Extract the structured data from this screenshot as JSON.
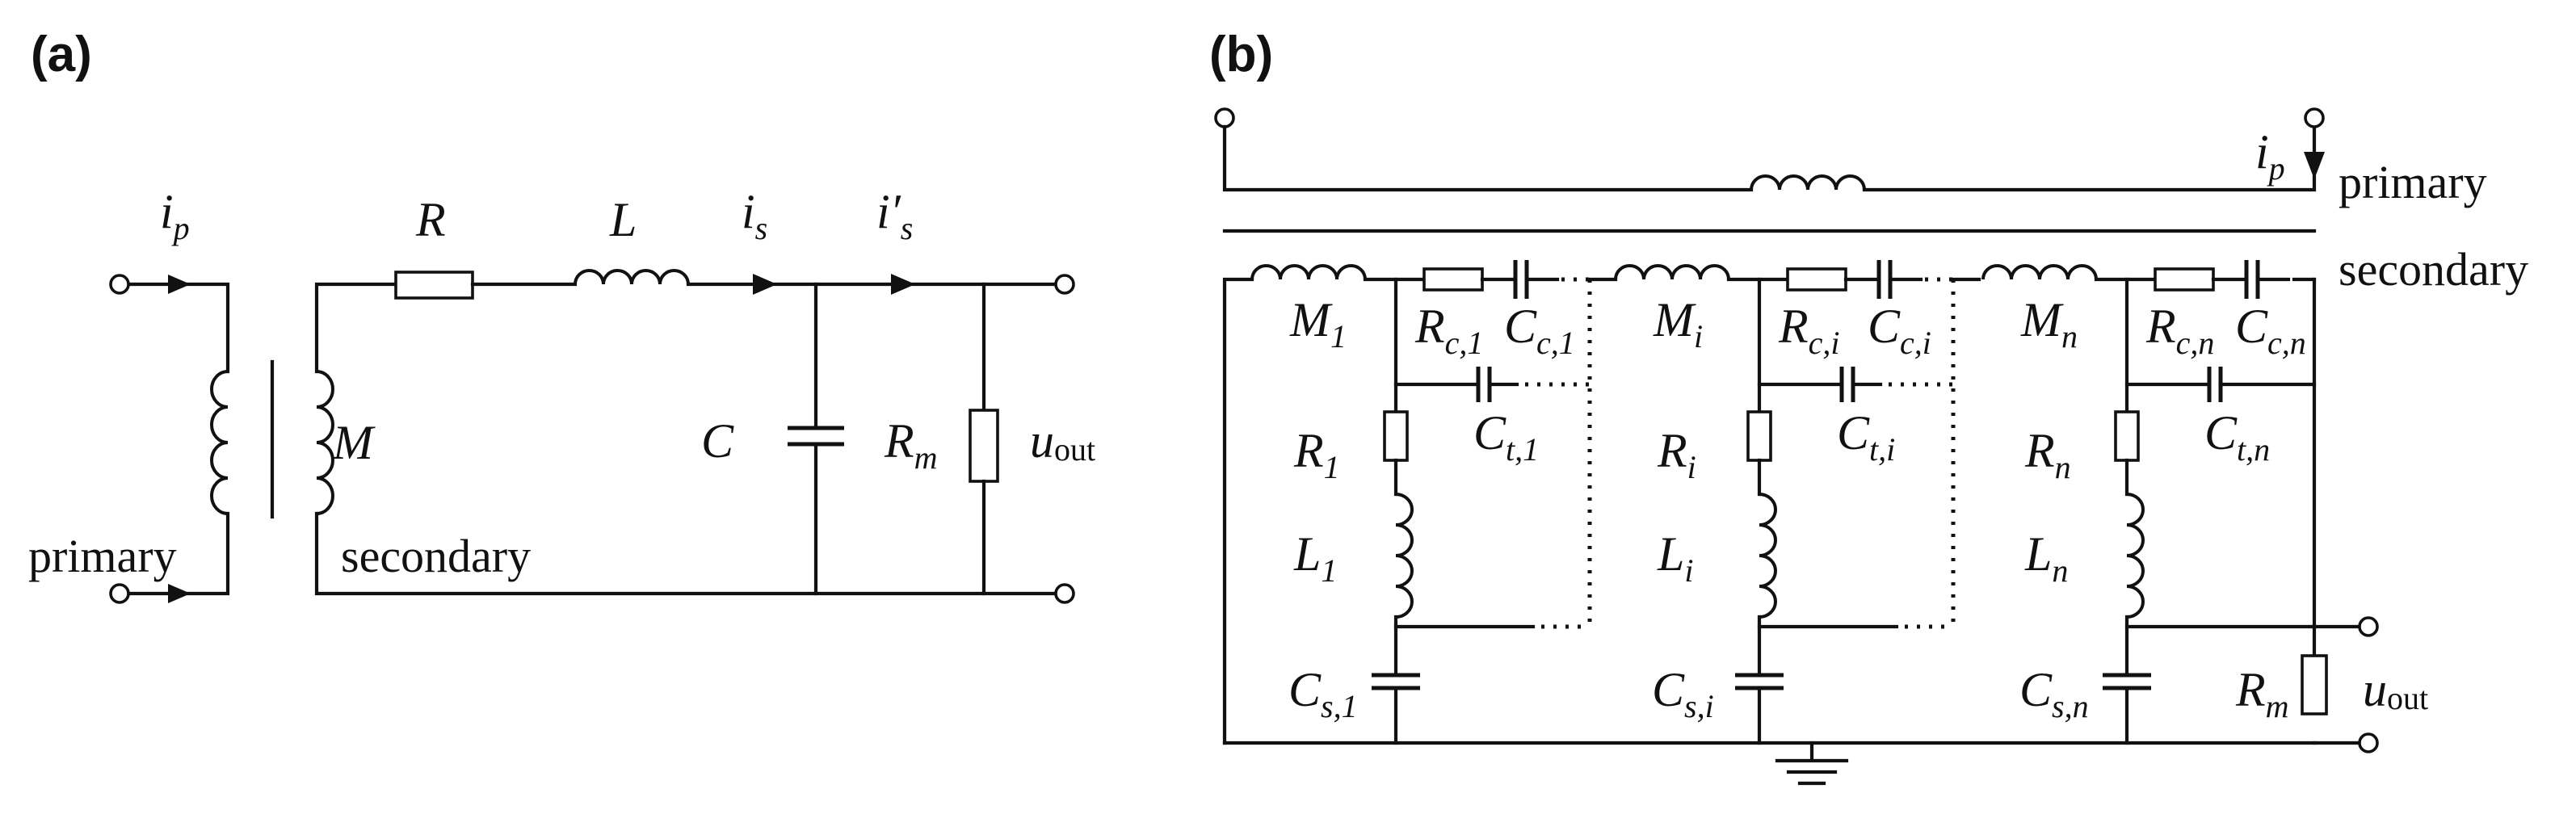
{
  "panels": {
    "a": {
      "tag": "(a)",
      "labels": {
        "ip": {
          "main": "i",
          "sub": "p"
        },
        "R": "R",
        "L": "L",
        "is": {
          "main": "i",
          "sub": "s"
        },
        "is_prime": {
          "main": "i′",
          "sub": "s"
        },
        "M": "M",
        "C": "C",
        "Rm": {
          "main": "R",
          "sub": "m"
        },
        "uout": {
          "main": "u",
          "sub": "out"
        },
        "primary": "primary",
        "secondary": "secondary"
      }
    },
    "b": {
      "tag": "(b)",
      "labels": {
        "ip": {
          "main": "i",
          "sub": "p"
        },
        "primary": "primary",
        "secondary": "secondary",
        "Rm": {
          "main": "R",
          "sub": "m"
        },
        "uout": {
          "main": "u",
          "sub": "out"
        }
      },
      "sections": [
        {
          "M": {
            "main": "M",
            "sub": "1"
          },
          "Rc": {
            "main": "R",
            "sub": "c,1"
          },
          "Cc": {
            "main": "C",
            "sub": "c,1"
          },
          "Ct": {
            "main": "C",
            "sub": "t,1"
          },
          "R": {
            "main": "R",
            "sub": "1"
          },
          "L": {
            "main": "L",
            "sub": "1"
          },
          "Cs": {
            "main": "C",
            "sub": "s,1"
          }
        },
        {
          "M": {
            "main": "M",
            "sub": "i"
          },
          "Rc": {
            "main": "R",
            "sub": "c,i"
          },
          "Cc": {
            "main": "C",
            "sub": "c,i"
          },
          "Ct": {
            "main": "C",
            "sub": "t,i"
          },
          "R": {
            "main": "R",
            "sub": "i"
          },
          "L": {
            "main": "L",
            "sub": "i"
          },
          "Cs": {
            "main": "C",
            "sub": "s,i"
          }
        },
        {
          "M": {
            "main": "M",
            "sub": "n"
          },
          "Rc": {
            "main": "R",
            "sub": "c,n"
          },
          "Cc": {
            "main": "C",
            "sub": "c,n"
          },
          "Ct": {
            "main": "C",
            "sub": "t,n"
          },
          "R": {
            "main": "R",
            "sub": "n"
          },
          "L": {
            "main": "L",
            "sub": "n"
          },
          "Cs": {
            "main": "C",
            "sub": "s,n"
          }
        }
      ]
    }
  }
}
